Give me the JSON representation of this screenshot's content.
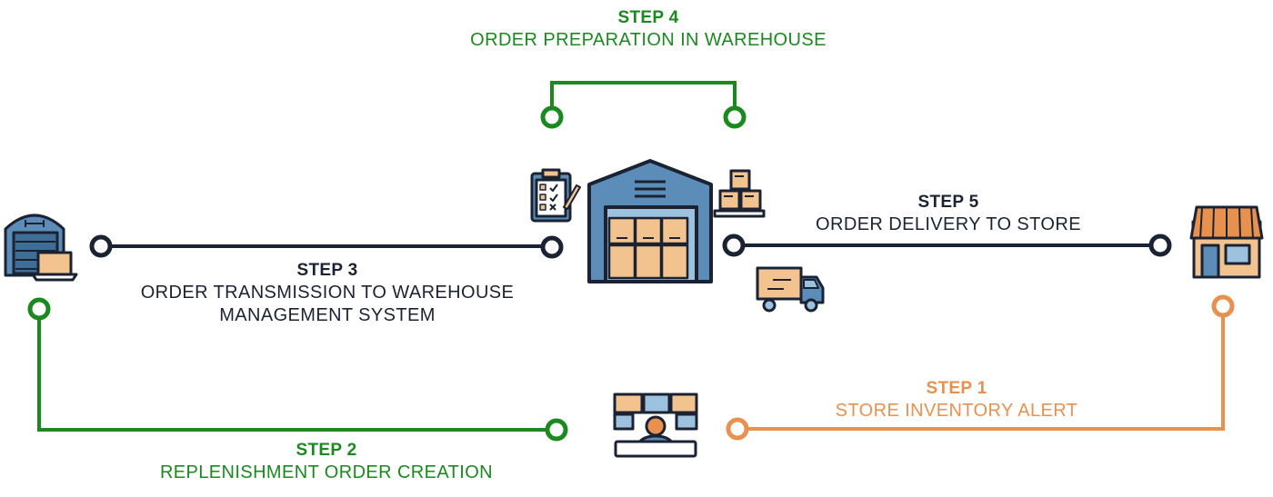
{
  "colors": {
    "green": "#1a8a1e",
    "dark": "#1b2333",
    "orange": "#e8914f",
    "warehouse_blue": "#5b8db8",
    "box_tan": "#f2c38f"
  },
  "icons": {
    "warehouse_manager": "warehouse-laptop-icon",
    "checklist": "clipboard-checklist-icon",
    "warehouse": "warehouse-icon",
    "pallet_boxes": "boxes-on-pallet-icon",
    "delivery_truck": "delivery-truck-icon",
    "store": "store-icon",
    "operator": "operator-monitors-icon"
  },
  "steps": {
    "step1": {
      "title": "STEP 1",
      "description": "STORE INVENTORY ALERT"
    },
    "step2": {
      "title": "STEP 2",
      "description": "REPLENISHMENT ORDER CREATION"
    },
    "step3": {
      "title": "STEP 3",
      "description_line1": "ORDER TRANSMISSION TO WAREHOUSE",
      "description_line2": "MANAGEMENT SYSTEM"
    },
    "step4": {
      "title": "STEP 4",
      "description": "ORDER PREPARATION IN WAREHOUSE"
    },
    "step5": {
      "title": "STEP 5",
      "description": "ORDER DELIVERY TO STORE"
    }
  }
}
